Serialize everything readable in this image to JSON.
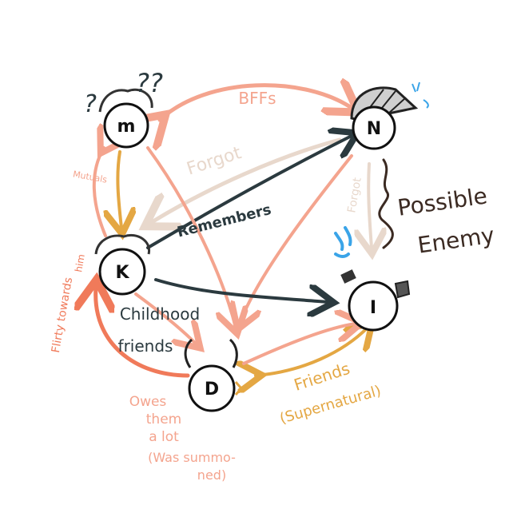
{
  "colors": {
    "salmon": "#f4a48e",
    "coral": "#f07a5a",
    "gold": "#e4a743",
    "dark": "#2b3a3f",
    "beige": "#e8d8cc",
    "brown": "#3b2a22",
    "blue": "#3aa4e8",
    "ink": "#111111"
  },
  "nodes": {
    "m": {
      "letter": "m"
    },
    "n": {
      "letter": "N"
    },
    "k": {
      "letter": "K"
    },
    "i": {
      "letter": "I"
    },
    "d": {
      "letter": "D"
    }
  },
  "question_marks": "??",
  "question_mark_left": "?",
  "labels": {
    "bffs": "BFFs",
    "forgot_mn": "Forgot",
    "forgot_ni": "Forgot",
    "remembers": "Remembers",
    "mutuals": "Mutuals",
    "childhood_1": "Childhood",
    "childhood_2": "friends",
    "flirty_1": "Flirty towards",
    "flirty_2": "him",
    "owes_1": "Owes",
    "owes_2": "them",
    "owes_3": "a lot",
    "owes_4": "(Was summo-",
    "owes_5": "ned)",
    "friends": "Friends",
    "supernatural": "(Supernatural)",
    "possible": "Possible",
    "enemy": "Enemy"
  }
}
